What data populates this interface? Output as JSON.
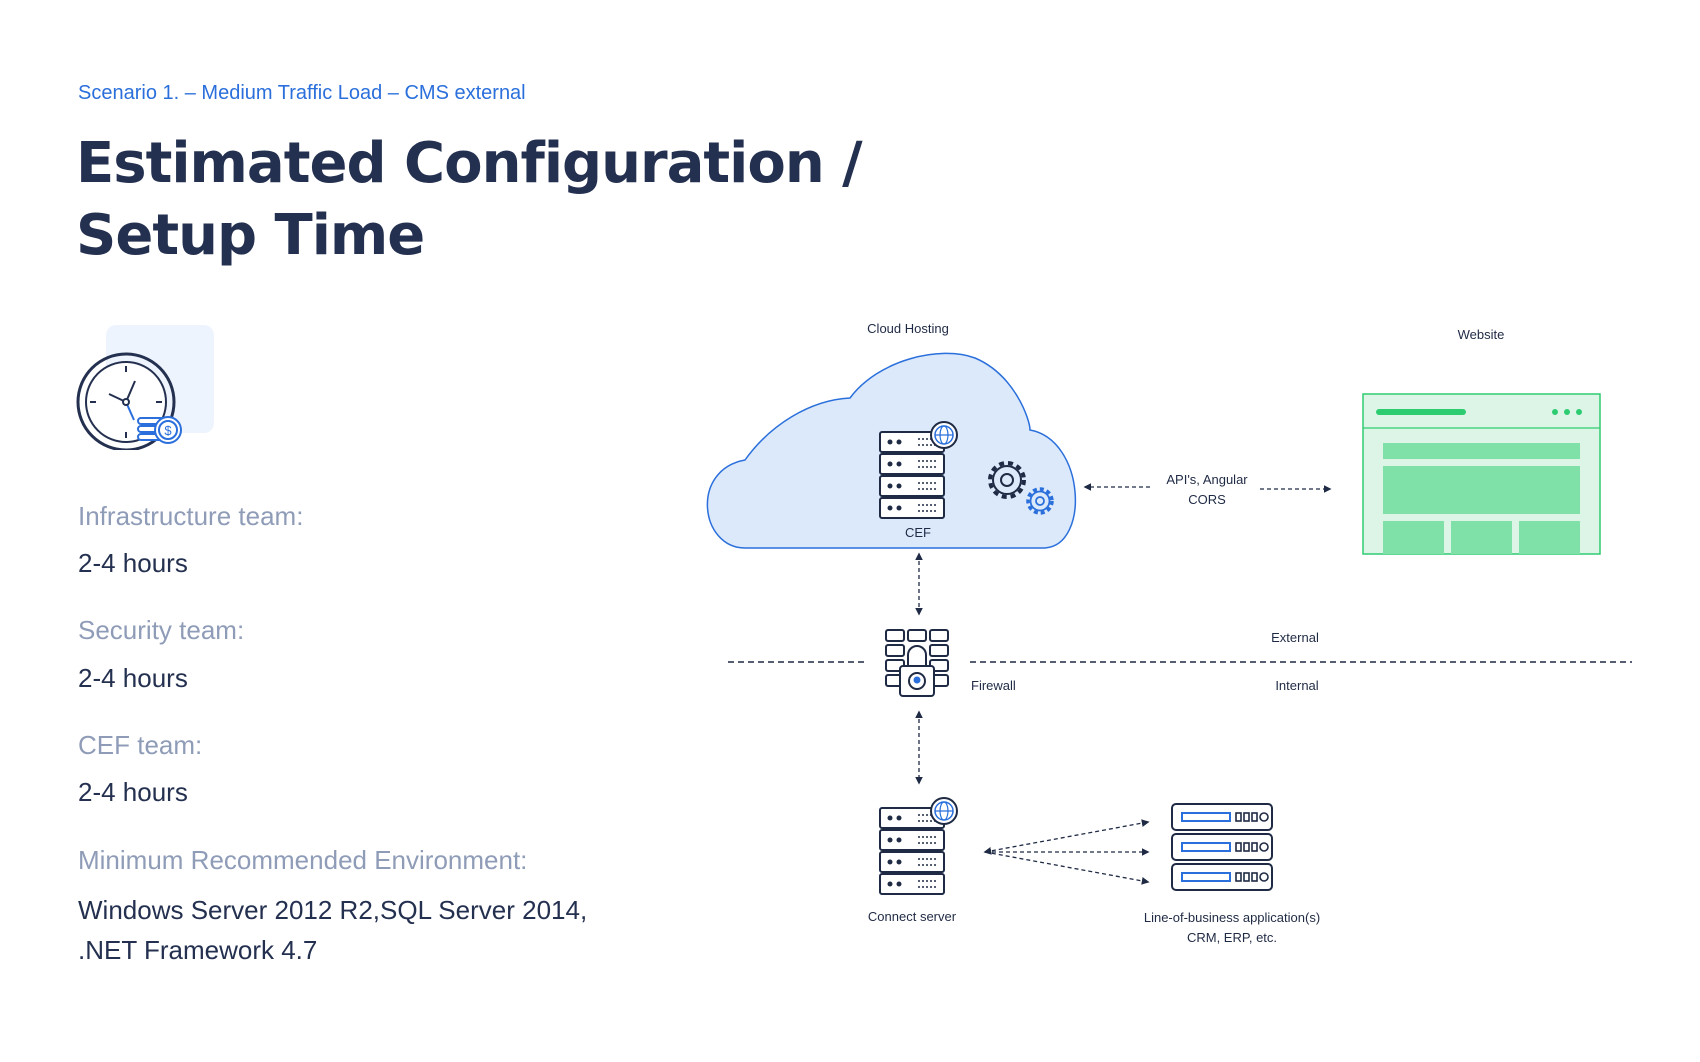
{
  "scenario": "Scenario 1. – Medium Traffic Load – CMS external",
  "title_line1": "Estimated Configuration /",
  "title_line2": "Setup Time",
  "icons": {
    "summary": "clock-money-icon"
  },
  "teams": [
    {
      "label": "Infrastructure team:",
      "value": "2-4 hours"
    },
    {
      "label": "Security team:",
      "value": "2-4 hours"
    },
    {
      "label": "CEF team:",
      "value": "2-4 hours"
    }
  ],
  "environment": {
    "label": "Minimum Recommended Environment:",
    "line1": "Windows Server 2012 R2,SQL Server 2014,",
    "line2": ".NET Framework 4.7"
  },
  "diagram": {
    "cloud_hosting": "Cloud Hosting",
    "cef": "CEF",
    "website": "Website",
    "api_line1": "API's, Angular",
    "api_line2": "CORS",
    "external": "External",
    "internal": "Internal",
    "firewall": "Firewall",
    "connect_server": "Connect server",
    "lob_line1": "Line-of-business application(s)",
    "lob_line2": "CRM, ERP, etc."
  },
  "colors": {
    "title": "#24304f",
    "accent_blue": "#2a6fdb",
    "label_gray": "#8f9cb8",
    "cloud_fill": "#dce9fb",
    "website_green": "#2ecc71"
  }
}
